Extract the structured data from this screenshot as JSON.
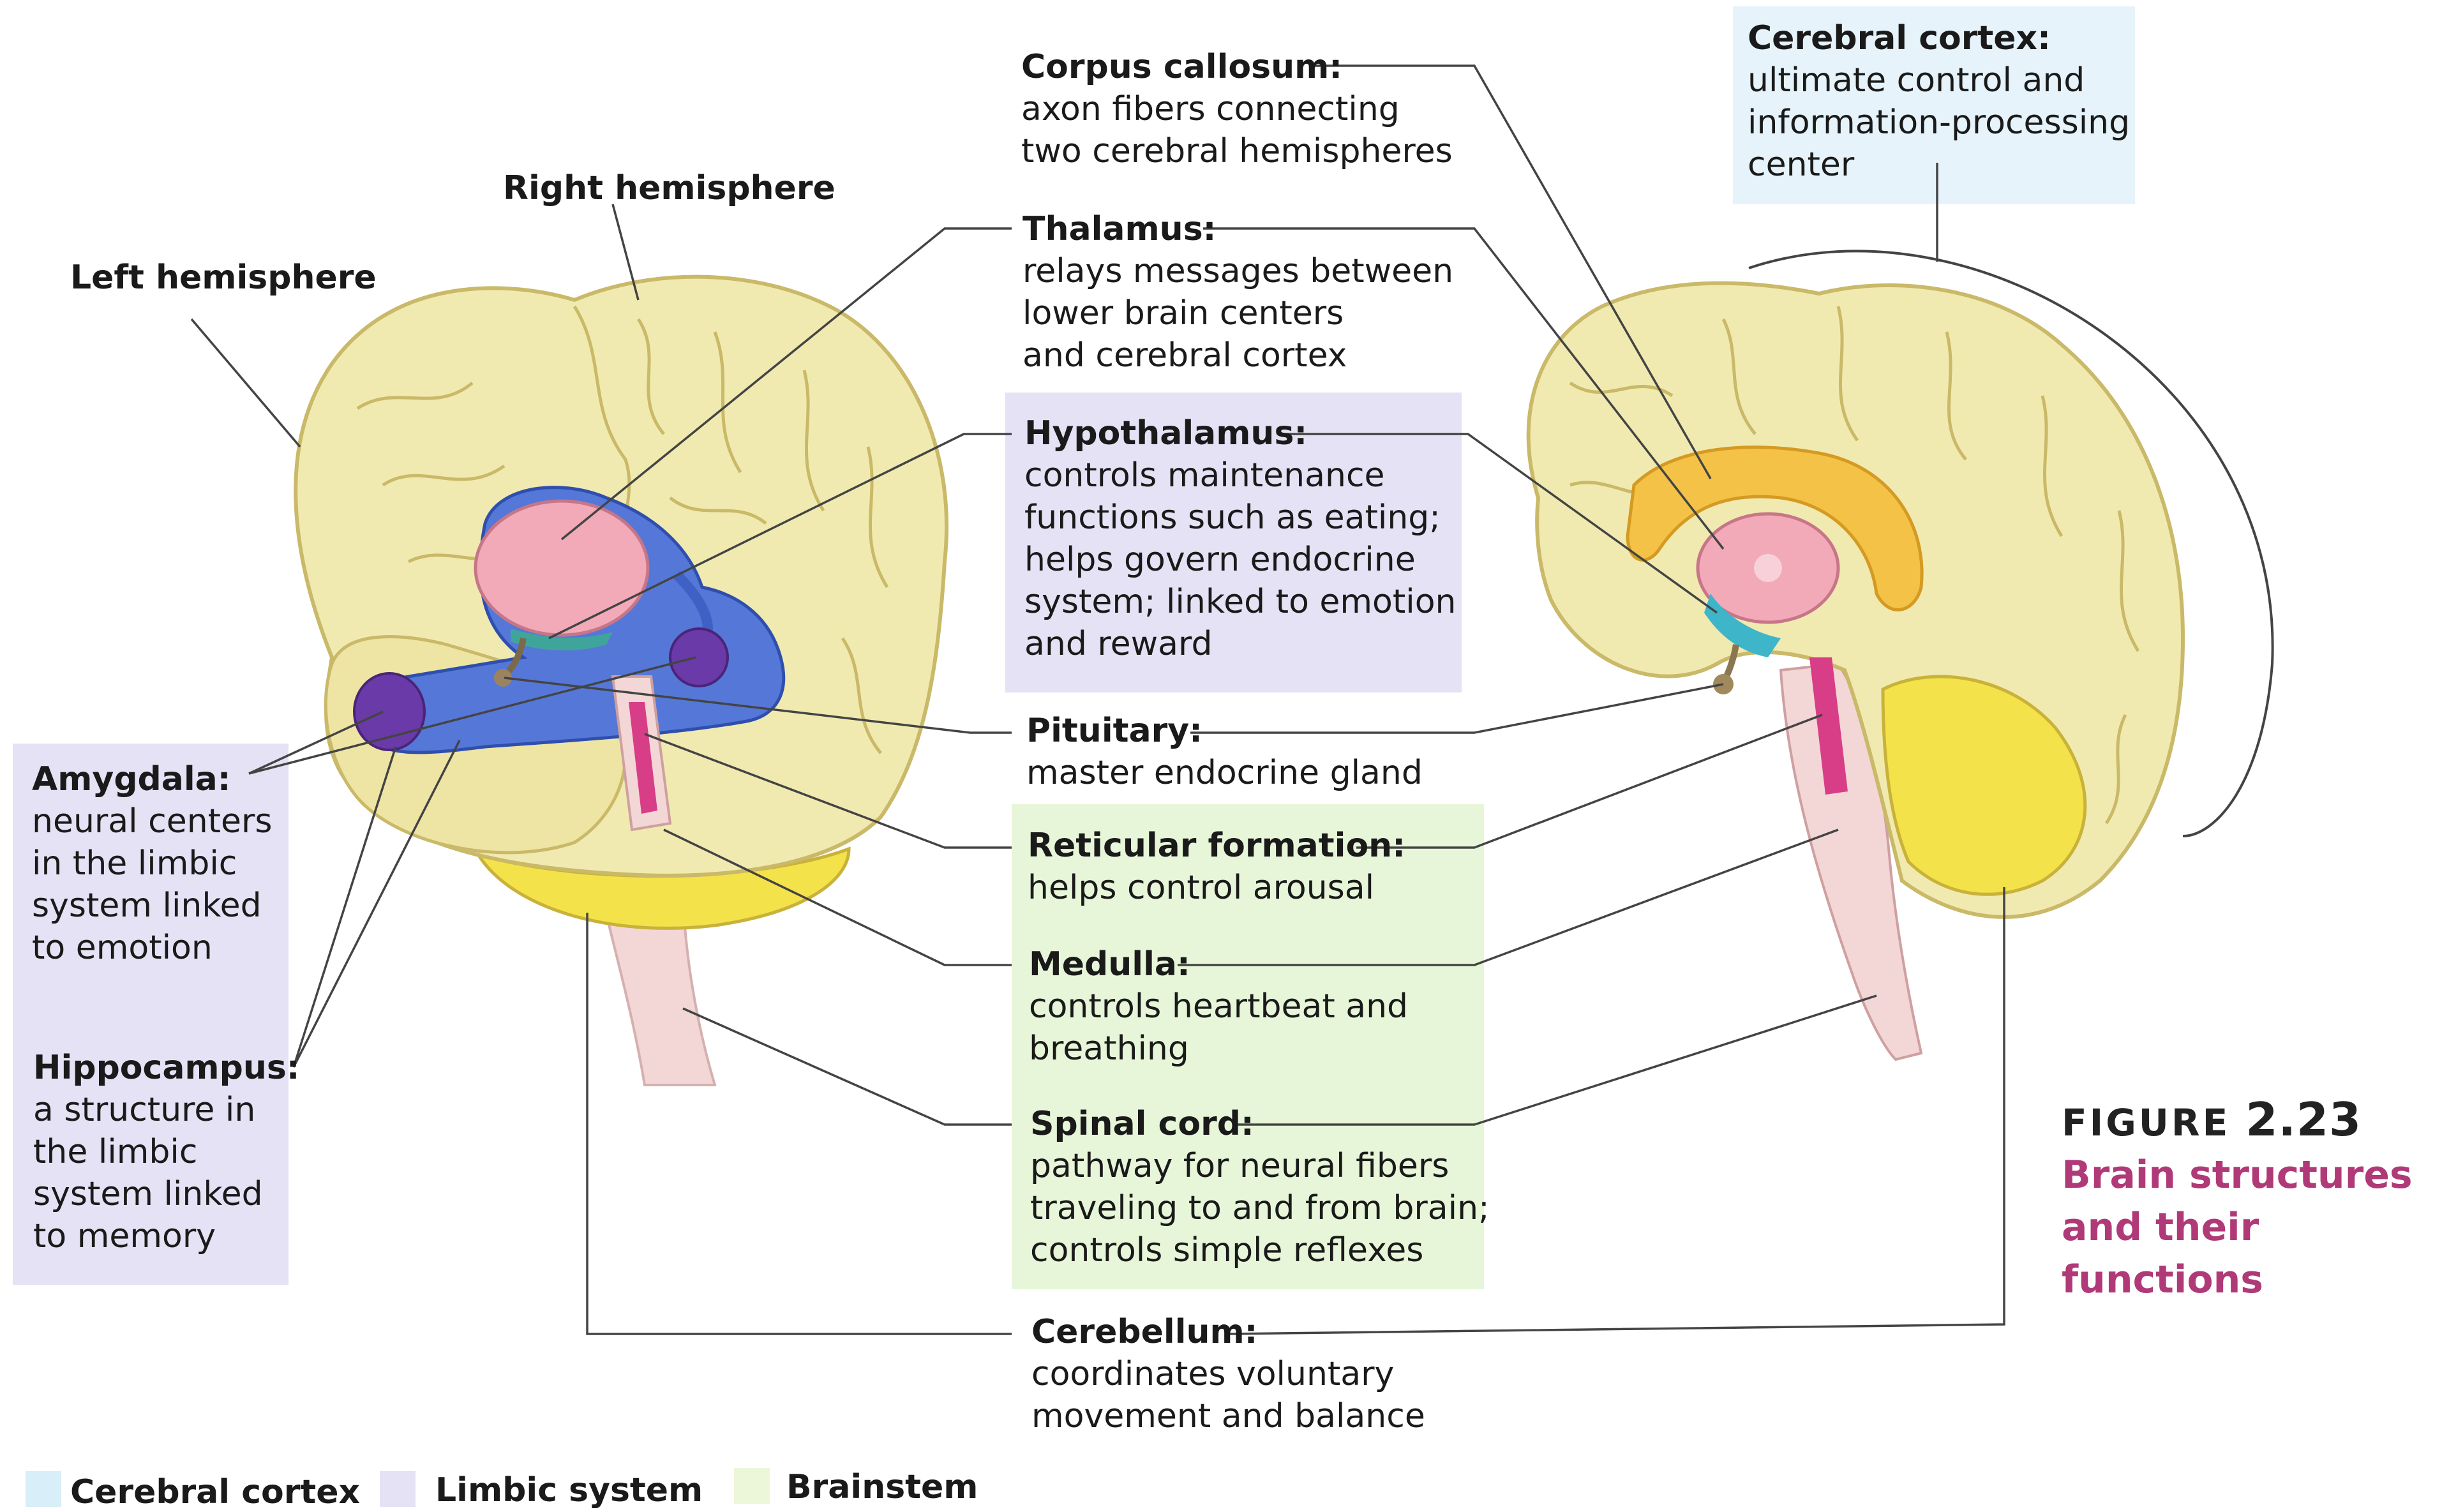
{
  "colors": {
    "cortex": "#f1eab0",
    "cortex_stroke": "#c9b968",
    "limbic_blue": "#5577d8",
    "limbic_purple": "#6a3aa8",
    "thalamus_pink": "#f2a9b8",
    "brainstem_pink": "#f3d6d6",
    "reticular_magenta": "#d83d88",
    "cerebellum_yellow": "#f4e24a",
    "corpus_orange": "#f4c246",
    "panel_limbic": "#e4e2f4",
    "panel_brainstem": "#e7f6d9",
    "panel_cortex": "#e6f3fa",
    "figure_title": "#b03a78"
  },
  "labels": {
    "left_hemisphere": "Left hemisphere",
    "right_hemisphere": "Right hemisphere",
    "corpus_callosum": {
      "title": "Corpus callosum:",
      "desc": "axon fibers connecting\ntwo cerebral hemispheres"
    },
    "cerebral_cortex": {
      "title": "Cerebral cortex:",
      "desc": "ultimate control and\ninformation-processing\ncenter"
    },
    "thalamus": {
      "title": "Thalamus:",
      "desc": "relays messages between\nlower brain centers\nand cerebral cortex"
    },
    "hypothalamus": {
      "title": "Hypothalamus:",
      "desc": "controls maintenance\nfunctions such as eating;\nhelps govern endocrine\nsystem; linked to emotion\nand reward"
    },
    "pituitary": {
      "title": "Pituitary:",
      "desc": "master endocrine gland"
    },
    "reticular_formation": {
      "title": "Reticular formation:",
      "desc": "helps control arousal"
    },
    "medulla": {
      "title": "Medulla:",
      "desc": "controls heartbeat and\nbreathing"
    },
    "spinal_cord": {
      "title": "Spinal cord:",
      "desc": "pathway for neural fibers\ntraveling to and from brain;\ncontrols simple reflexes"
    },
    "cerebellum": {
      "title": "Cerebellum:",
      "desc": "coordinates voluntary\nmovement and balance"
    },
    "amygdala": {
      "title": "Amygdala:",
      "desc": "neural centers\nin the limbic\nsystem linked\nto emotion"
    },
    "hippocampus": {
      "title": "Hippocampus:",
      "desc": "a structure in\nthe limbic\nsystem linked\nto memory"
    }
  },
  "legend": [
    {
      "label": "Cerebral cortex",
      "color": "#d8eef8"
    },
    {
      "label": "Limbic system",
      "color": "#e4e2f4"
    },
    {
      "label": "Brainstem",
      "color": "#ecf6d8"
    }
  ],
  "figure": {
    "number_prefix": "FIGURE",
    "number": "2.23",
    "title": "Brain structures\nand their functions"
  }
}
